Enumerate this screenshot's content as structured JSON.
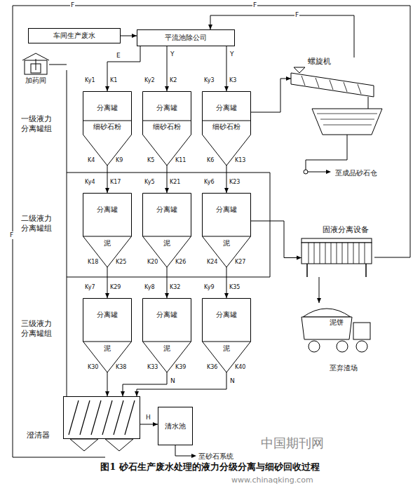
{
  "diagram": {
    "caption": "图1 砂石生产废水处理的液力分级分离与细砂回收过程",
    "nodes": [
      {
        "text": [
          "车间生产废水"
        ]
      },
      {
        "text": [
          "平流池除公司"
        ]
      },
      {
        "text": [
          "加药间"
        ]
      },
      {
        "text": [
          "分离罐",
          "细砂石粉"
        ]
      },
      {
        "text": [
          "分离罐",
          "细砂石粉"
        ]
      },
      {
        "text": [
          "分离罐",
          "细砂石粉"
        ]
      },
      {
        "text": [
          "分离罐",
          "泥"
        ]
      },
      {
        "text": [
          "分离罐",
          "泥"
        ]
      },
      {
        "text": [
          "分离罐",
          "泥"
        ]
      },
      {
        "text": [
          "分离罐",
          "泥"
        ]
      },
      {
        "text": [
          "分离罐",
          "泥"
        ]
      },
      {
        "text": [
          "分离罐",
          "泥"
        ]
      },
      {
        "text": [
          "螺旋机"
        ]
      },
      {
        "text": [
          "固液分离设备"
        ]
      },
      {
        "text": [
          "泥饼"
        ]
      },
      {
        "text": [
          "澄清器"
        ]
      },
      {
        "text": [
          "清水池"
        ]
      }
    ],
    "edges": [
      {
        "from": 0,
        "to": 1,
        "arrow": "to"
      },
      {
        "from": 1,
        "to": 3,
        "arrow": "to"
      },
      {
        "from": 1,
        "to": 4,
        "arrow": "to"
      },
      {
        "from": 1,
        "to": 5,
        "arrow": "to"
      },
      {
        "from": 3,
        "to": 6,
        "arrow": "to"
      },
      {
        "from": 4,
        "to": 7,
        "arrow": "to"
      },
      {
        "from": 5,
        "to": 8,
        "arrow": "to"
      },
      {
        "from": 6,
        "to": 9,
        "arrow": "to"
      },
      {
        "from": 7,
        "to": 10,
        "arrow": "to"
      },
      {
        "from": 8,
        "to": 11,
        "arrow": "to"
      },
      {
        "from": 9,
        "to": 15,
        "arrow": "to"
      },
      {
        "from": 10,
        "to": 15,
        "arrow": "to"
      },
      {
        "from": 11,
        "to": 15,
        "arrow": "to"
      },
      {
        "from": 15,
        "to": 16,
        "arrow": "to"
      },
      {
        "from": 5,
        "to": 12,
        "arrow": "to"
      },
      {
        "from": 12,
        "to": 1,
        "arrow": "to"
      },
      {
        "from": 8,
        "to": 13,
        "arrow": "to"
      },
      {
        "from": 13,
        "to": 14,
        "arrow": "to"
      }
    ],
    "labels": [
      "一级液力 分离罐组",
      "二级液力 分离罐组",
      "三级液力 分离罐组",
      "至成品砂石仓",
      "至弃渣场",
      "至砂石系统",
      "中国期刊网",
      "www.chinaqking.com",
      "F",
      "F",
      "F",
      "F",
      "Y",
      "Y",
      "E",
      "N",
      "N",
      "H",
      "Ky1",
      "K1",
      "K4",
      "K9",
      "Ky2",
      "K2",
      "K5",
      "K11",
      "Ky3",
      "K3",
      "K6",
      "K13",
      "Ky4",
      "K17",
      "K18",
      "K25",
      "Ky5",
      "K21",
      "K20",
      "K26",
      "Ky6",
      "K23",
      "K24",
      "K27",
      "Ky7",
      "K29",
      "K30",
      "K38",
      "Ky8",
      "K32",
      "K33",
      "K39",
      "Ky9",
      "K35",
      "K36",
      "K40"
    ]
  }
}
